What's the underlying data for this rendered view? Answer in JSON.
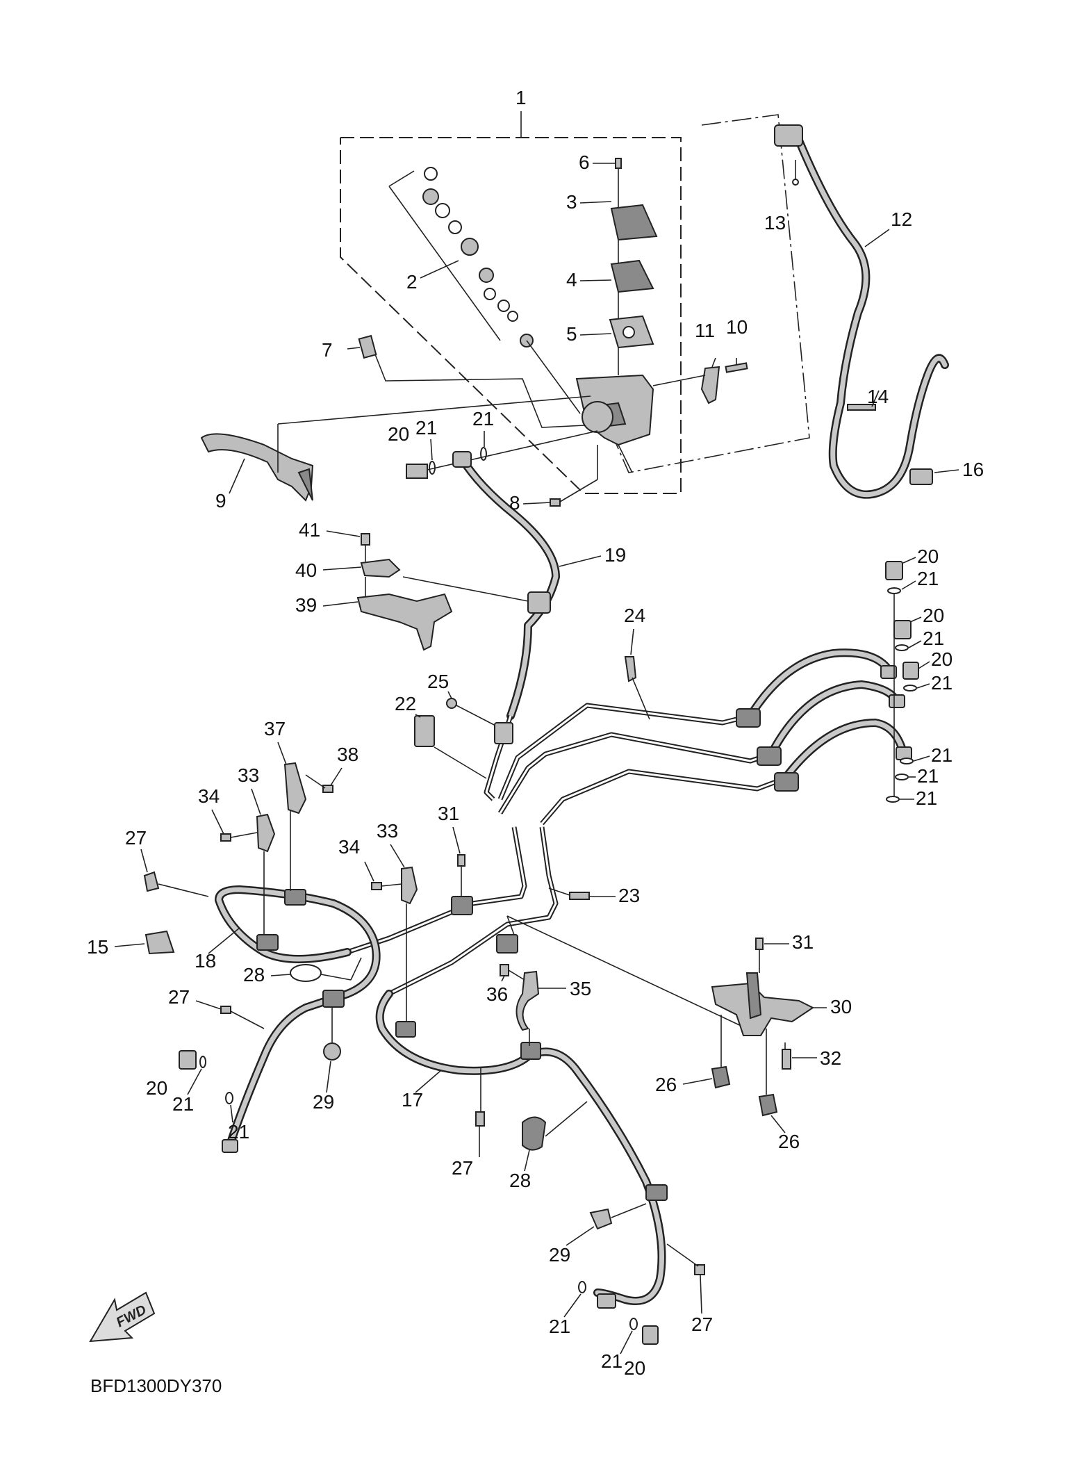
{
  "diagram_code": "BFD1300DY370",
  "fwd_label": "FWD",
  "callouts": [
    "1",
    "2",
    "3",
    "4",
    "5",
    "6",
    "7",
    "8",
    "9",
    "10",
    "11",
    "12",
    "13",
    "14",
    "15",
    "16",
    "17",
    "18",
    "19",
    "20",
    "21",
    "22",
    "23",
    "24",
    "25",
    "26",
    "27",
    "28",
    "29",
    "30",
    "31",
    "32",
    "33",
    "34",
    "35",
    "36",
    "37",
    "38",
    "39",
    "40",
    "41"
  ],
  "icons": {
    "fwd_arrow": "fwd-arrow-icon"
  }
}
